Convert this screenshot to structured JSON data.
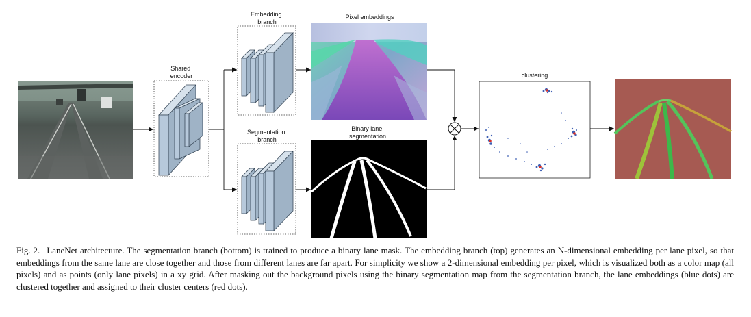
{
  "labels": {
    "embedding_branch": [
      "Embedding",
      "branch"
    ],
    "shared_encoder": [
      "Shared",
      "encoder"
    ],
    "segmentation_branch": [
      "Segmentation",
      "branch"
    ],
    "pixel_embeddings": "Pixel embeddings",
    "binary_lane_segmentation": [
      "Binary lane",
      "segmentation"
    ],
    "clustering": "clustering"
  },
  "caption": {
    "fig_number": "Fig. 2.",
    "text": "LaneNet architecture. The segmentation branch (bottom) is trained to produce a binary lane mask. The embedding branch (top) generates an N-dimensional embedding per lane pixel, so that embeddings from the same lane are close together and those from different lanes are far apart. For simplicity we show a 2-dimensional embedding per pixel, which is visualized both as a color map (all pixels) and as points (only lane pixels) in a xy grid. After masking out the background pixels using the binary segmentation map from the segmentation branch, the lane embeddings (blue dots) are clustered together and assigned to their cluster centers (red dots)."
  },
  "colors": {
    "block_fill": "#b7c9db",
    "block_stroke": "#3a4a5a",
    "output_background": "#a65a52",
    "lane_green": "#54c35a",
    "cluster_blue": "#3d5fb4",
    "cluster_red": "#d8302a"
  }
}
